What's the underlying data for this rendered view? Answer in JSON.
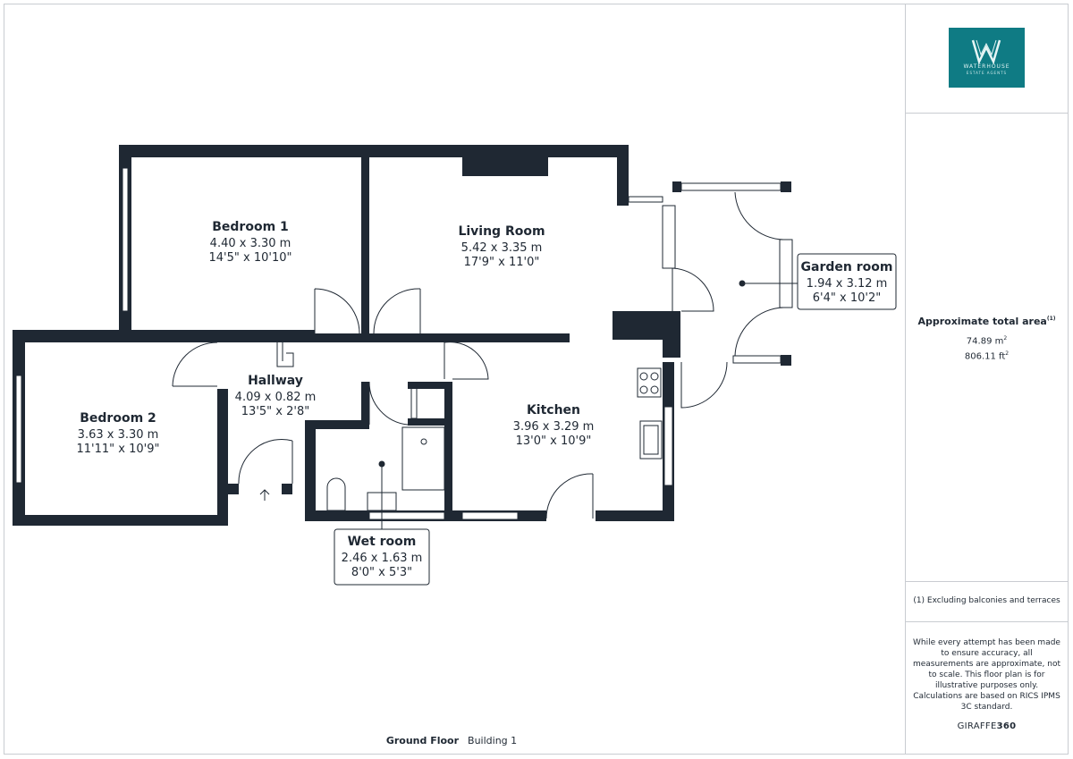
{
  "logo": {
    "brand": "WATERHOUSE",
    "sub": "ESTATE AGENTS",
    "bg_color": "#0f7b84"
  },
  "rooms": [
    {
      "key": "bedroom1",
      "name": "Bedroom 1",
      "metric": "4.40 x 3.30 m",
      "imperial": "14'5\" x 10'10\""
    },
    {
      "key": "living",
      "name": "Living Room",
      "metric": "5.42 x 3.35 m",
      "imperial": "17'9\" x 11'0\""
    },
    {
      "key": "garden",
      "name": "Garden room",
      "metric": "1.94 x 3.12 m",
      "imperial": "6'4\" x 10'2\""
    },
    {
      "key": "hallway",
      "name": "Hallway",
      "metric": "4.09 x 0.82 m",
      "imperial": "13'5\" x 2'8\""
    },
    {
      "key": "bedroom2",
      "name": "Bedroom 2",
      "metric": "3.63 x 3.30 m",
      "imperial": "11'11\" x 10'9\""
    },
    {
      "key": "kitchen",
      "name": "Kitchen",
      "metric": "3.96 x 3.29 m",
      "imperial": "13'0\" x 10'9\""
    },
    {
      "key": "wetroom",
      "name": "Wet room",
      "metric": "2.46 x 1.63 m",
      "imperial": "8'0\" x 5'3\""
    }
  ],
  "total_area": {
    "label": "Approximate total area",
    "footnote_mark": "(1)",
    "m2_value": "74.89 m",
    "ft2_value": "806.11 ft",
    "sup": "2"
  },
  "footnote": "(1) Excluding balconies and terraces",
  "disclaimer": "While every attempt has been made to ensure accuracy, all measurements are approximate, not to scale. This floor plan is for illustrative purposes only.",
  "calc_note": "Calculations are based on RICS IPMS 3C standard.",
  "brand": {
    "part1": "GIRAFFE",
    "part2": "360"
  },
  "footer": {
    "floor": "Ground Floor",
    "building": "Building 1"
  },
  "colors": {
    "wall": "#1f2833",
    "accent": "#0f7b84",
    "divider": "#c9ccd1"
  }
}
